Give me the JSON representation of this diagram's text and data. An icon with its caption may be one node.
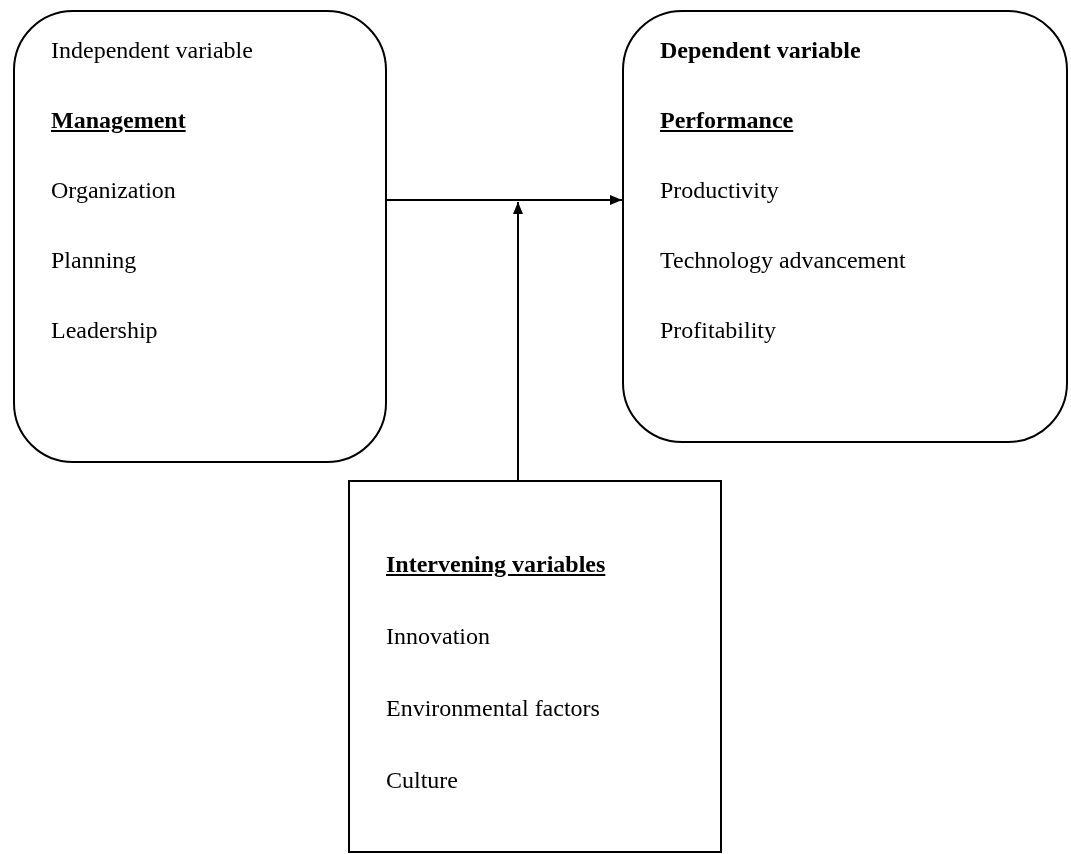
{
  "diagram": {
    "nodes": [
      {
        "text": [
          "Independent variable",
          "Management",
          "Organization",
          "Planning",
          "Leadership"
        ]
      },
      {
        "text": [
          "Dependent variable",
          "Performance",
          "Productivity",
          "Technology advancement",
          "Profitability"
        ]
      },
      {
        "text": [
          "Intervening variables",
          "Innovation",
          "Environmental factors",
          "Culture"
        ]
      }
    ],
    "edges": [
      {
        "from": 0,
        "to": 1,
        "arrow": "to"
      },
      {
        "from": 2,
        "to": null,
        "arrow": "to"
      }
    ]
  }
}
